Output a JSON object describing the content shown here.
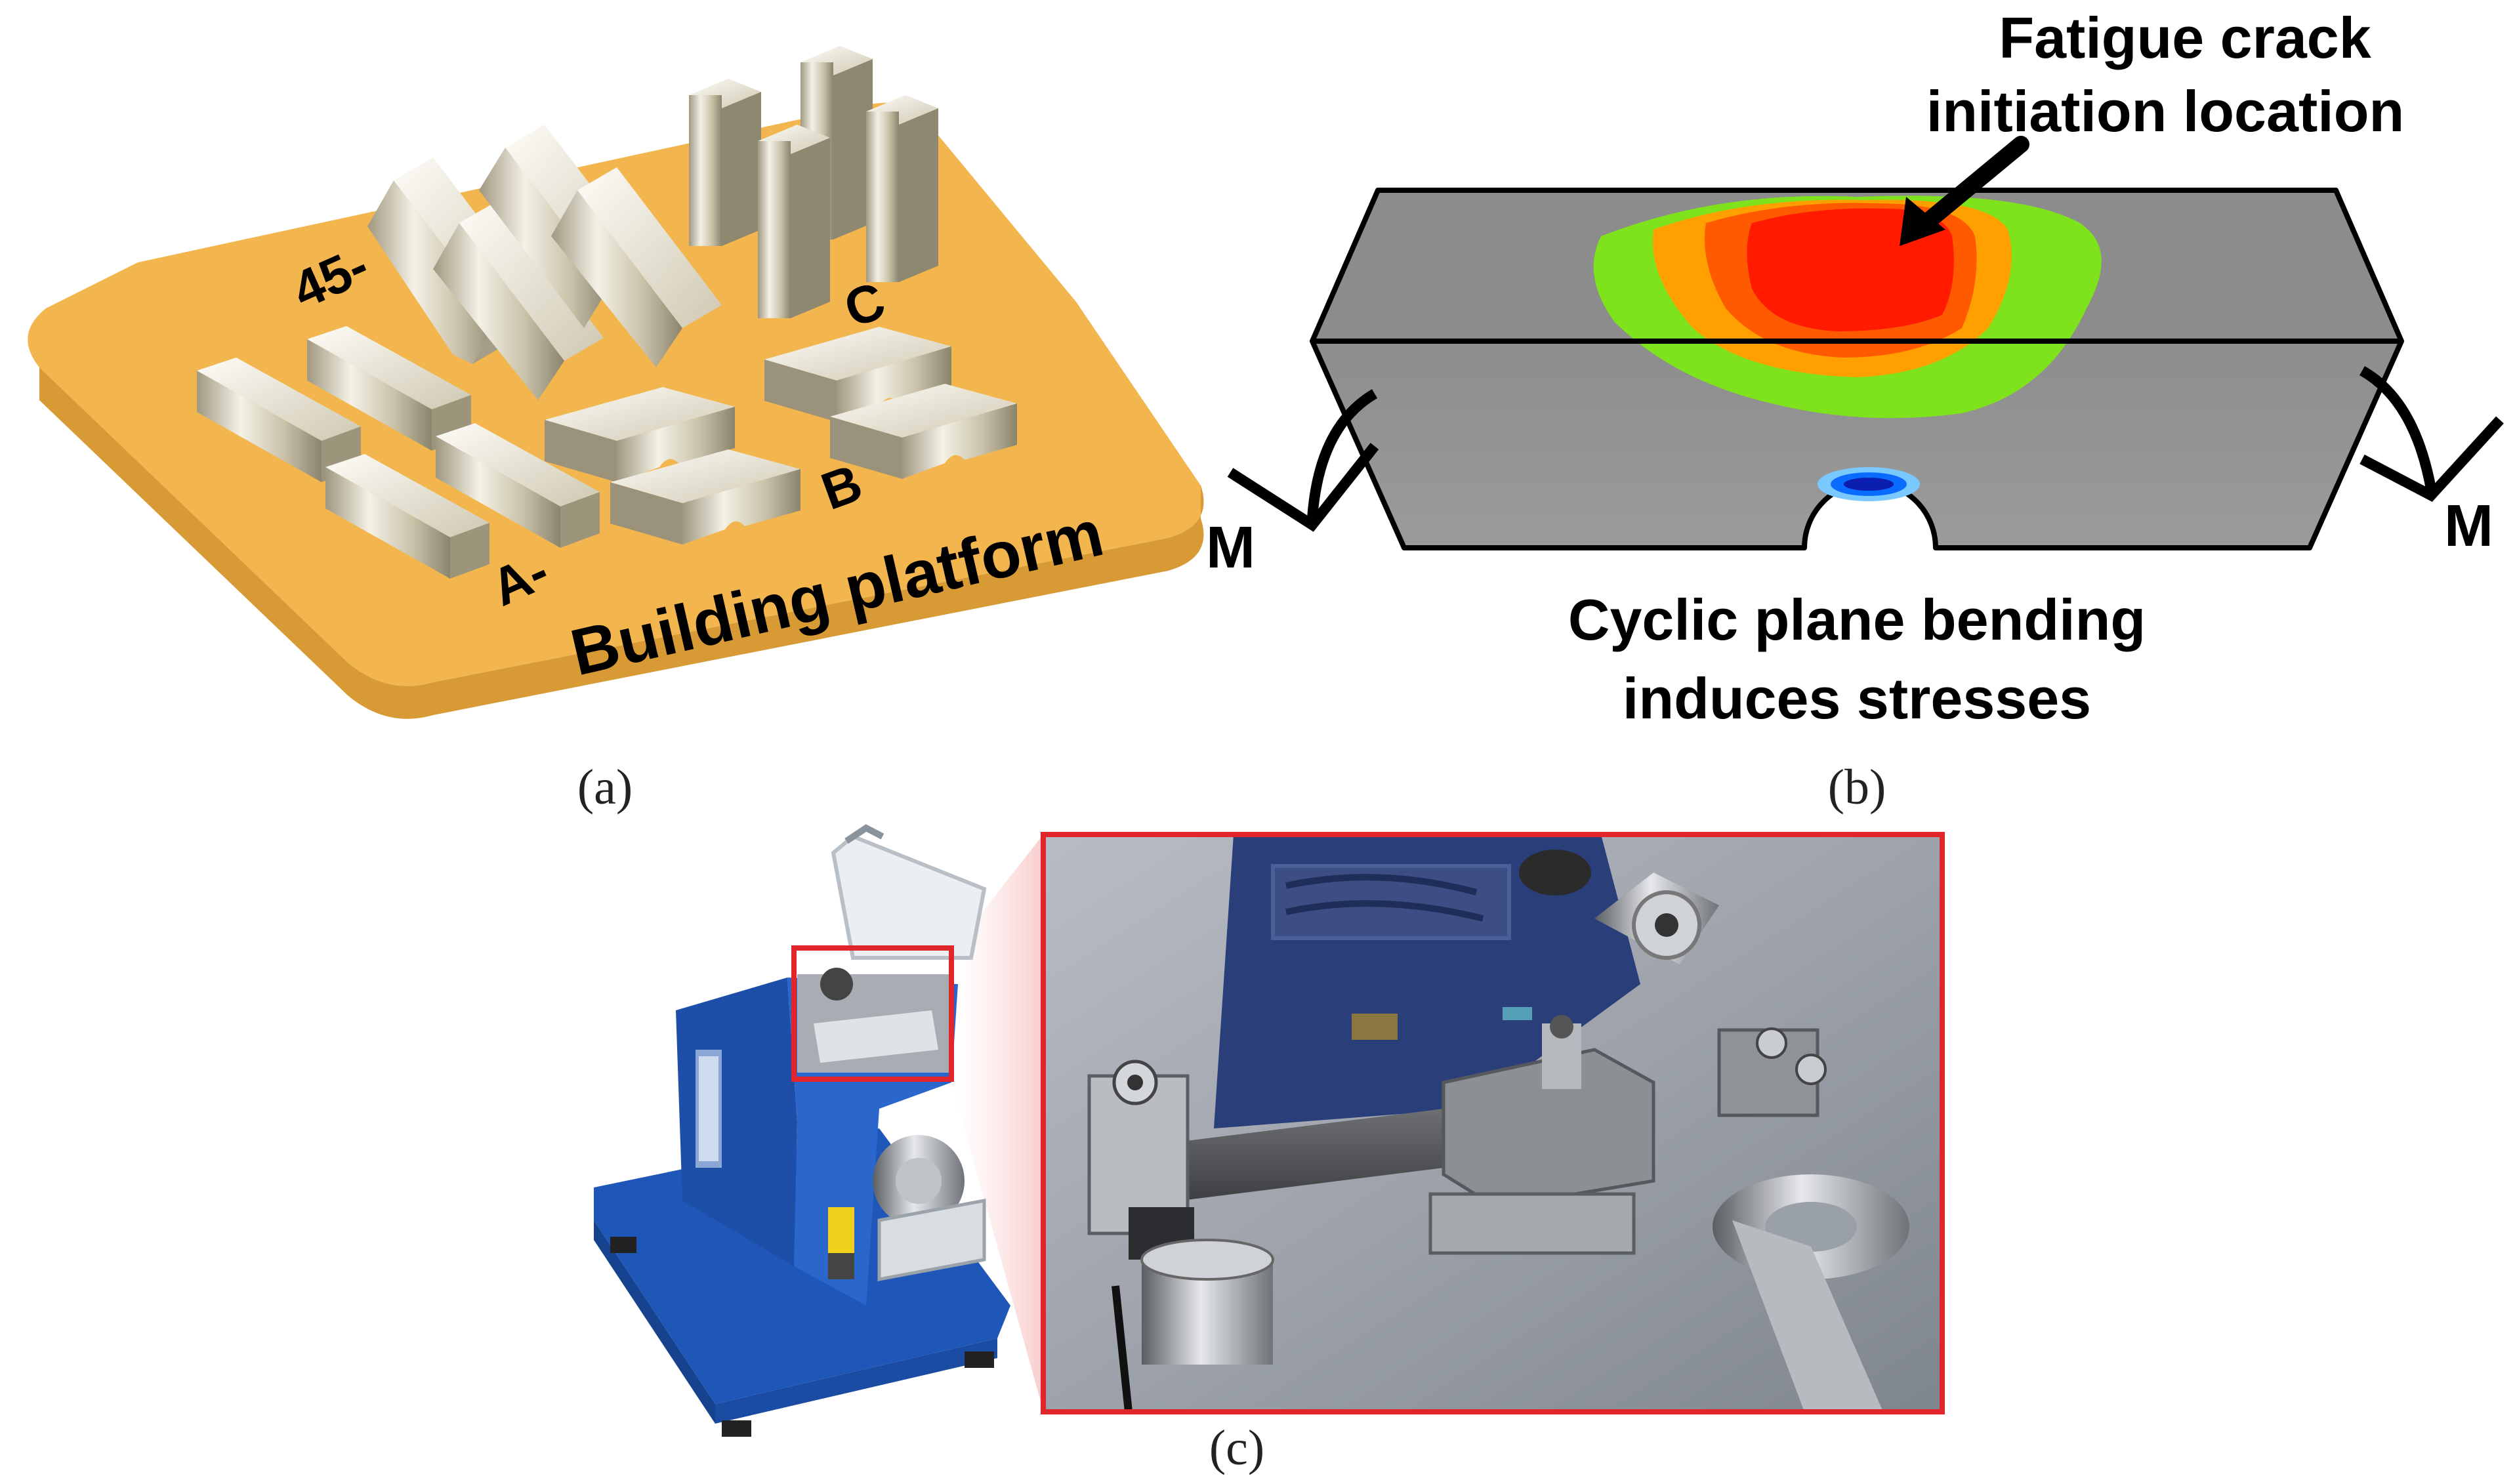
{
  "panel_a": {
    "platform_label": "Building platform",
    "label_45": "45-",
    "label_a": "A-",
    "label_b": "B",
    "label_c": "C",
    "caption": "(a)"
  },
  "panel_b": {
    "title_line1": "Fatigue crack",
    "title_line2": "initiation location",
    "moment_left": "M",
    "moment_right": "M",
    "bottom_line1": "Cyclic plane bending",
    "bottom_line2": "induces stresses",
    "caption": "(b)"
  },
  "panel_c": {
    "caption": "(c)"
  },
  "colors": {
    "platform": "#f2b750",
    "specimen_grey": "#8c8c8c",
    "contour_green": "#7ee21c",
    "contour_orange": "#ffa000",
    "contour_red": "#ff1a00",
    "compression_blue": "#0a6cff",
    "machine_blue": "#1f57b8",
    "zoom_frame": "#e0262b"
  }
}
